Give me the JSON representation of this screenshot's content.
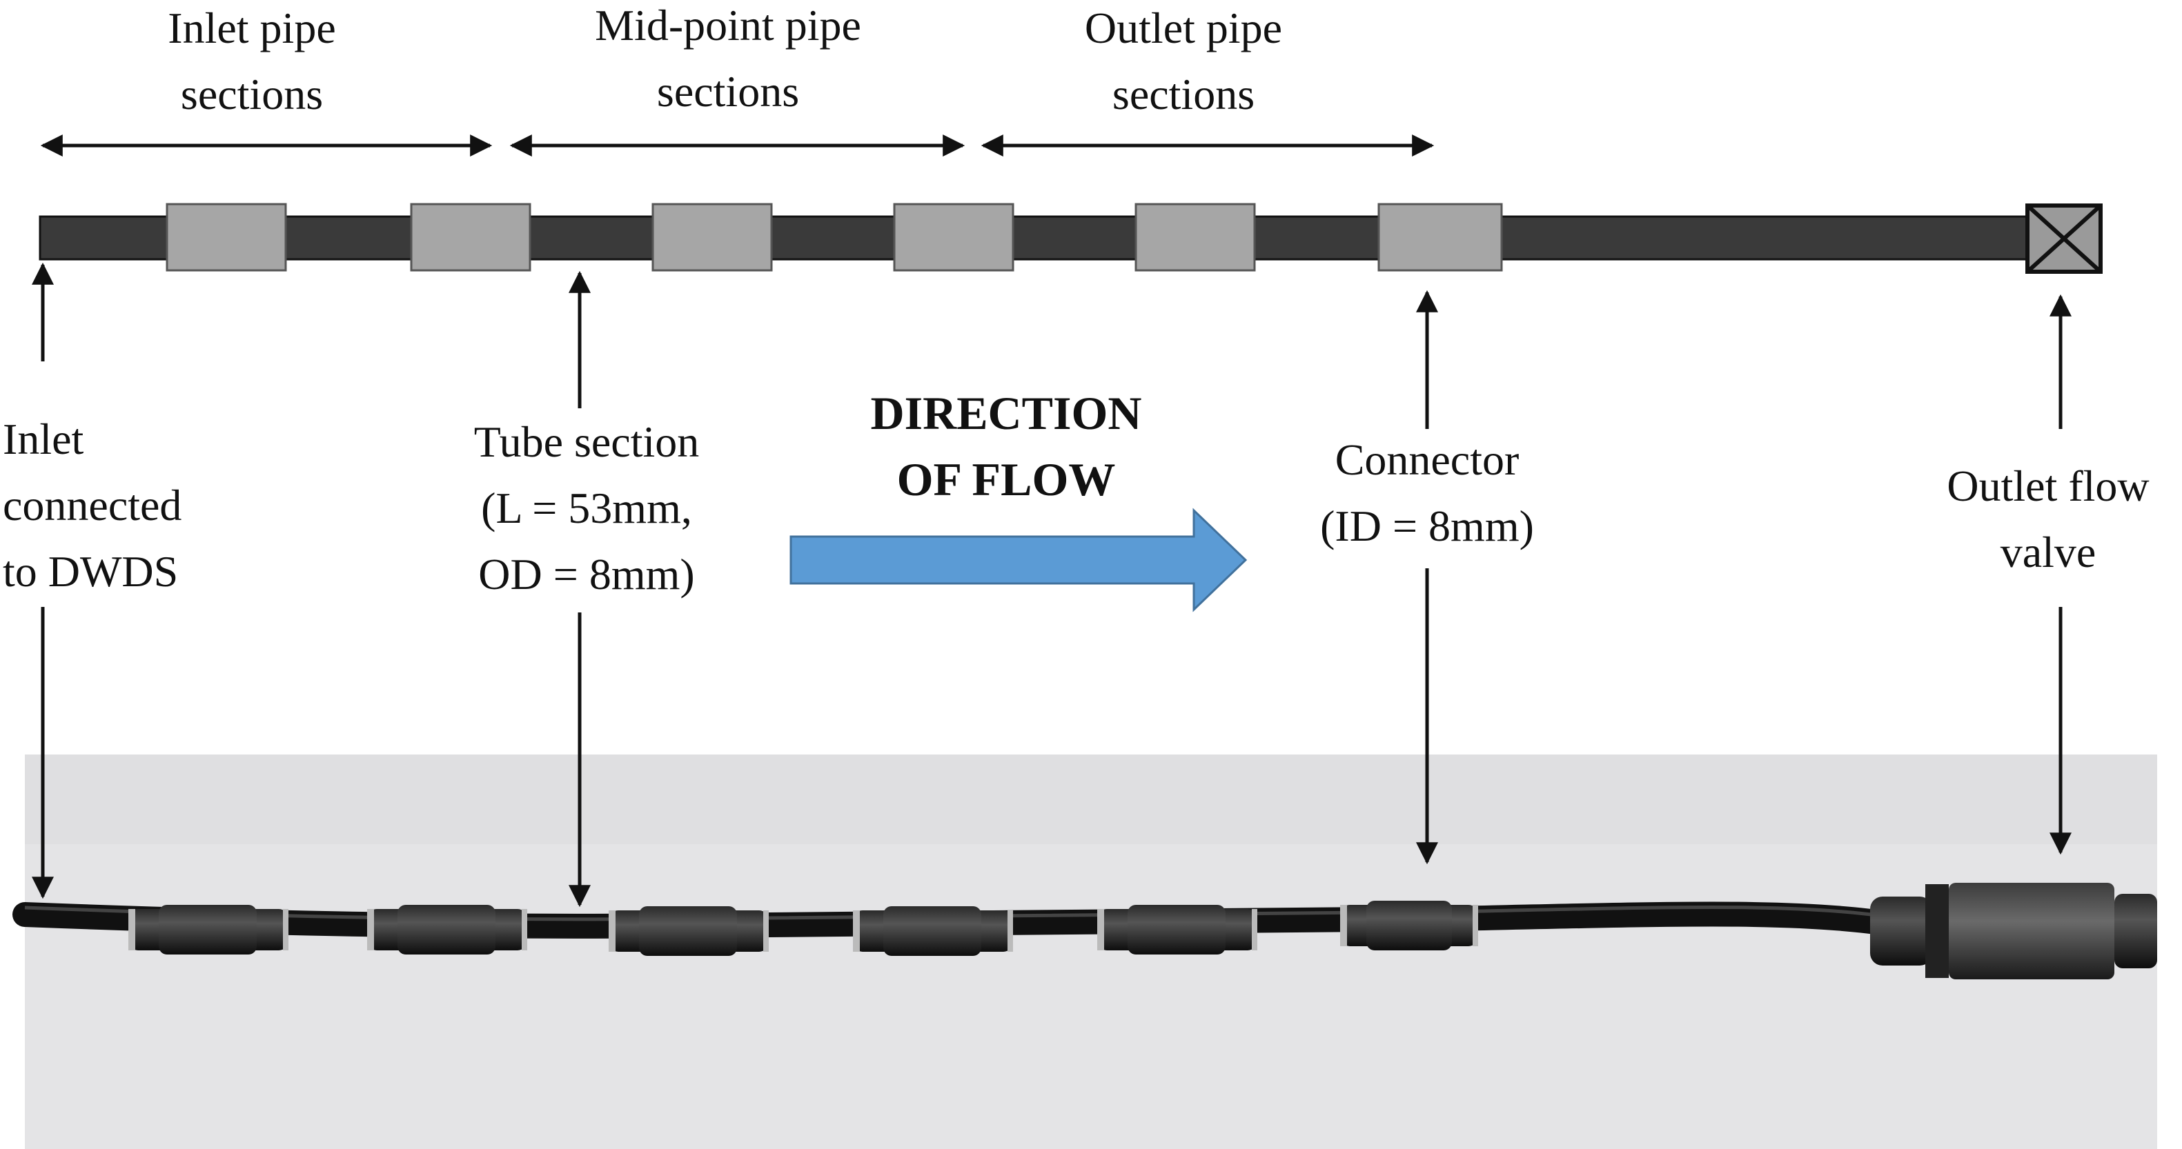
{
  "section_labels": {
    "inlet": [
      "Inlet pipe",
      "sections"
    ],
    "midpoint": [
      "Mid-point pipe",
      "sections"
    ],
    "outlet": [
      "Outlet pipe",
      "sections"
    ]
  },
  "callouts": {
    "inlet": [
      "Inlet",
      "connected",
      "to DWDS"
    ],
    "tube": [
      "Tube section",
      "(L = 53mm,",
      "OD = 8mm)"
    ],
    "connector": [
      "Connector",
      "(ID = 8mm)"
    ],
    "valve": [
      "Outlet flow",
      "valve"
    ]
  },
  "flow": {
    "lines": [
      "DIRECTION",
      "OF FLOW"
    ],
    "arrow_color": "#5b9bd5"
  },
  "colors": {
    "tube": "#3a3a3a",
    "connector": "#a6a6a6",
    "photo_background": "#e4e4e6",
    "photo_tube": "#111111"
  },
  "photo": {
    "description_icon": "photo-of-pipe-rig"
  }
}
